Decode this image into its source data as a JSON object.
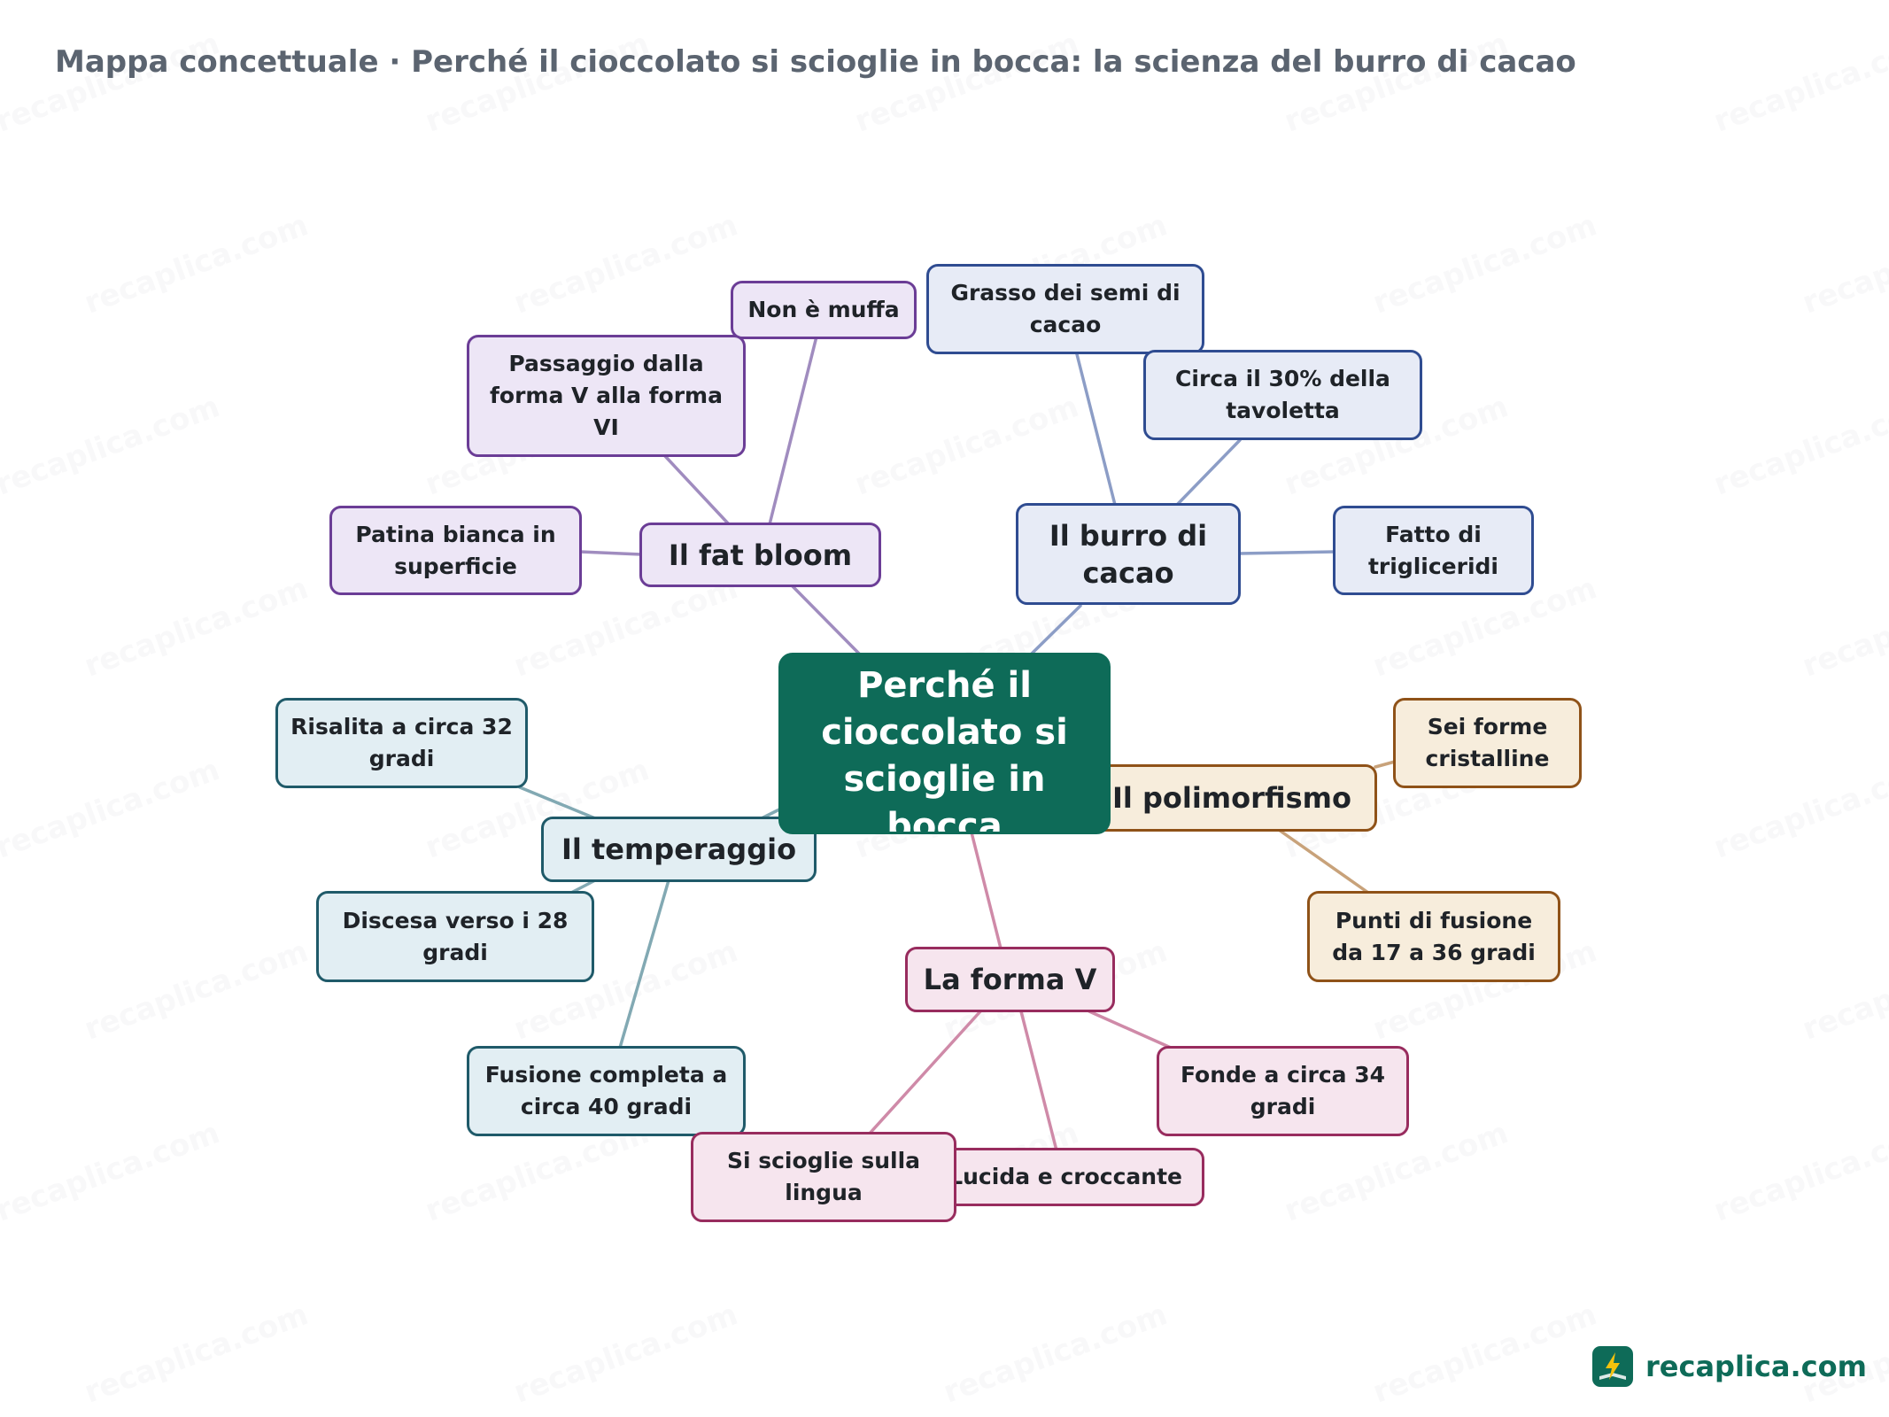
{
  "title": "Mappa concettuale · Perché il cioccolato si scioglie in bocca: la scienza del burro di cacao",
  "watermark": "recaplica.com",
  "brand": {
    "name": "recaplica.com"
  },
  "colors": {
    "root": "#0e6b58",
    "fat_bloom": "#6b3d96",
    "burro": "#2f4c91",
    "temperaggio": "#1f5a69",
    "polimorfismo": "#8f5218",
    "forma_v": "#982c5e"
  },
  "map": {
    "root": "Perché il cioccolato si scioglie in bocca",
    "branches": {
      "fat_bloom": {
        "label": "Il fat bloom",
        "children": [
          "Non è muffa",
          "Passaggio dalla forma V alla forma VI",
          "Patina bianca in superficie"
        ]
      },
      "burro": {
        "label": "Il burro di cacao",
        "children": [
          "Grasso dei semi di cacao",
          "Circa il 30% della tavoletta",
          "Fatto di trigliceridi"
        ]
      },
      "temperaggio": {
        "label": "Il temperaggio",
        "children": [
          "Risalita a circa 32 gradi",
          "Discesa verso i 28 gradi",
          "Fusione completa a circa 40 gradi"
        ]
      },
      "polimorfismo": {
        "label": "Il polimorfismo",
        "children": [
          "Sei forme cristalline",
          "Punti di fusione da 17 a 36 gradi"
        ]
      },
      "forma_v": {
        "label": "La forma V",
        "children": [
          "Fonde a circa 34 gradi",
          "Lucida e croccante",
          "Si scioglie sulla lingua"
        ]
      }
    }
  }
}
